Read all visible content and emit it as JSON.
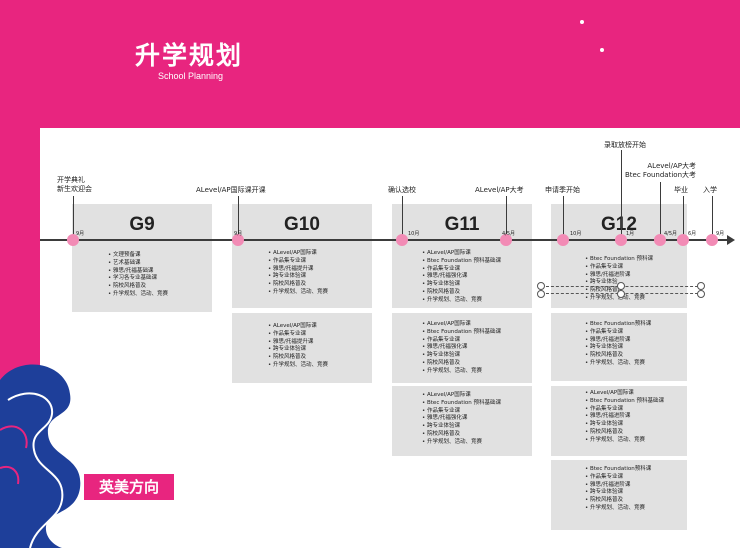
{
  "header": {
    "title": "升学规划",
    "subtitle": "School Planning"
  },
  "grades": [
    {
      "label": "G9",
      "courses": [
        "文理预备课",
        "艺术基础课",
        "雅思/托福基础课",
        "学习各专业基础课",
        "院校风格普及",
        "升学规划、活动、竞赛"
      ]
    },
    {
      "label": "G10",
      "courses": [
        "ALevel/AP国际课",
        "作品集专业课",
        "雅思/托福提升课",
        "跨专业体验课",
        "院校风格普及",
        "升学规划、活动、竞赛"
      ]
    },
    {
      "label": "G11",
      "courses": [
        "ALevel/AP国际课",
        "Btec Foundation 预科基础课",
        "作品集专业课",
        "雅思/托福强化课",
        "跨专业体验课",
        "院校风格普及",
        "升学规划、活动、竞赛"
      ]
    },
    {
      "label": "G12",
      "courses": [
        "Btec Foundation 预科课",
        "作品集专业课",
        "雅思/托福进阶课",
        "跨专业体验",
        "院校风格普及",
        "升学规划、活动、竞赛"
      ]
    }
  ],
  "extra_boxes": [
    {
      "courses": [
        "ALevel/AP国际课",
        "作品集专业课",
        "雅思/托福提升课",
        "跨专业体验课",
        "院校风格普及",
        "升学规划、活动、竞赛"
      ]
    },
    {
      "courses": [
        "ALevel/AP国际课",
        "Btec Foundation 预科基础课",
        "作品集专业课",
        "雅思/托福强化课",
        "跨专业体验课",
        "院校风格普及",
        "升学规划、活动、竞赛"
      ]
    },
    {
      "courses": [
        "ALevel/AP国际课",
        "Btec Foundation 预科基础课",
        "作品集专业课",
        "雅思/托福强化课",
        "跨专业体验课",
        "院校风格普及",
        "升学规划、活动、竞赛"
      ]
    },
    {
      "courses": [
        "Btec Foundation预科课",
        "作品集专业课",
        "雅思/托福进阶课",
        "跨专业体验课",
        "院校风格普及",
        "升学规划、活动、竞赛"
      ]
    },
    {
      "courses": [
        "ALevel/AP国际课",
        "Btec Foundation 预科基础课",
        "作品集专业课",
        "雅思/托福进阶课",
        "跨专业体验课",
        "院校风格普及",
        "升学规划、活动、竞赛"
      ]
    },
    {
      "courses": [
        "Btec Foundation预科课",
        "作品集专业课",
        "雅思/托福进阶课",
        "跨专业体验课",
        "院校风格普及",
        "升学规划、活动、竞赛"
      ]
    }
  ],
  "months": [
    "9月",
    "9月",
    "10月",
    "4/5月",
    "10月",
    "1月",
    "4/5月",
    "6月",
    "9月"
  ],
  "events": {
    "opening": "开学典礼\n新生欢迎会",
    "alevel_start": "ALevel/AP国际课开课",
    "confirm_school": "确认选校",
    "alevel_exam_1": "ALevel/AP大考",
    "apply_open": "申请季开始",
    "offer": "录取放榜开始",
    "alevel_exam_2": "ALevel/AP大考\nBtec Foundation大考",
    "graduate": "毕业",
    "enroll": "入学"
  },
  "tag": {
    "label": "英美方向"
  },
  "colors": {
    "brand_pink": "#e8257f",
    "marker_pink": "#f28bb5",
    "box_gray": "#e1e1e1",
    "deco_blue": "#1e3f9a"
  }
}
